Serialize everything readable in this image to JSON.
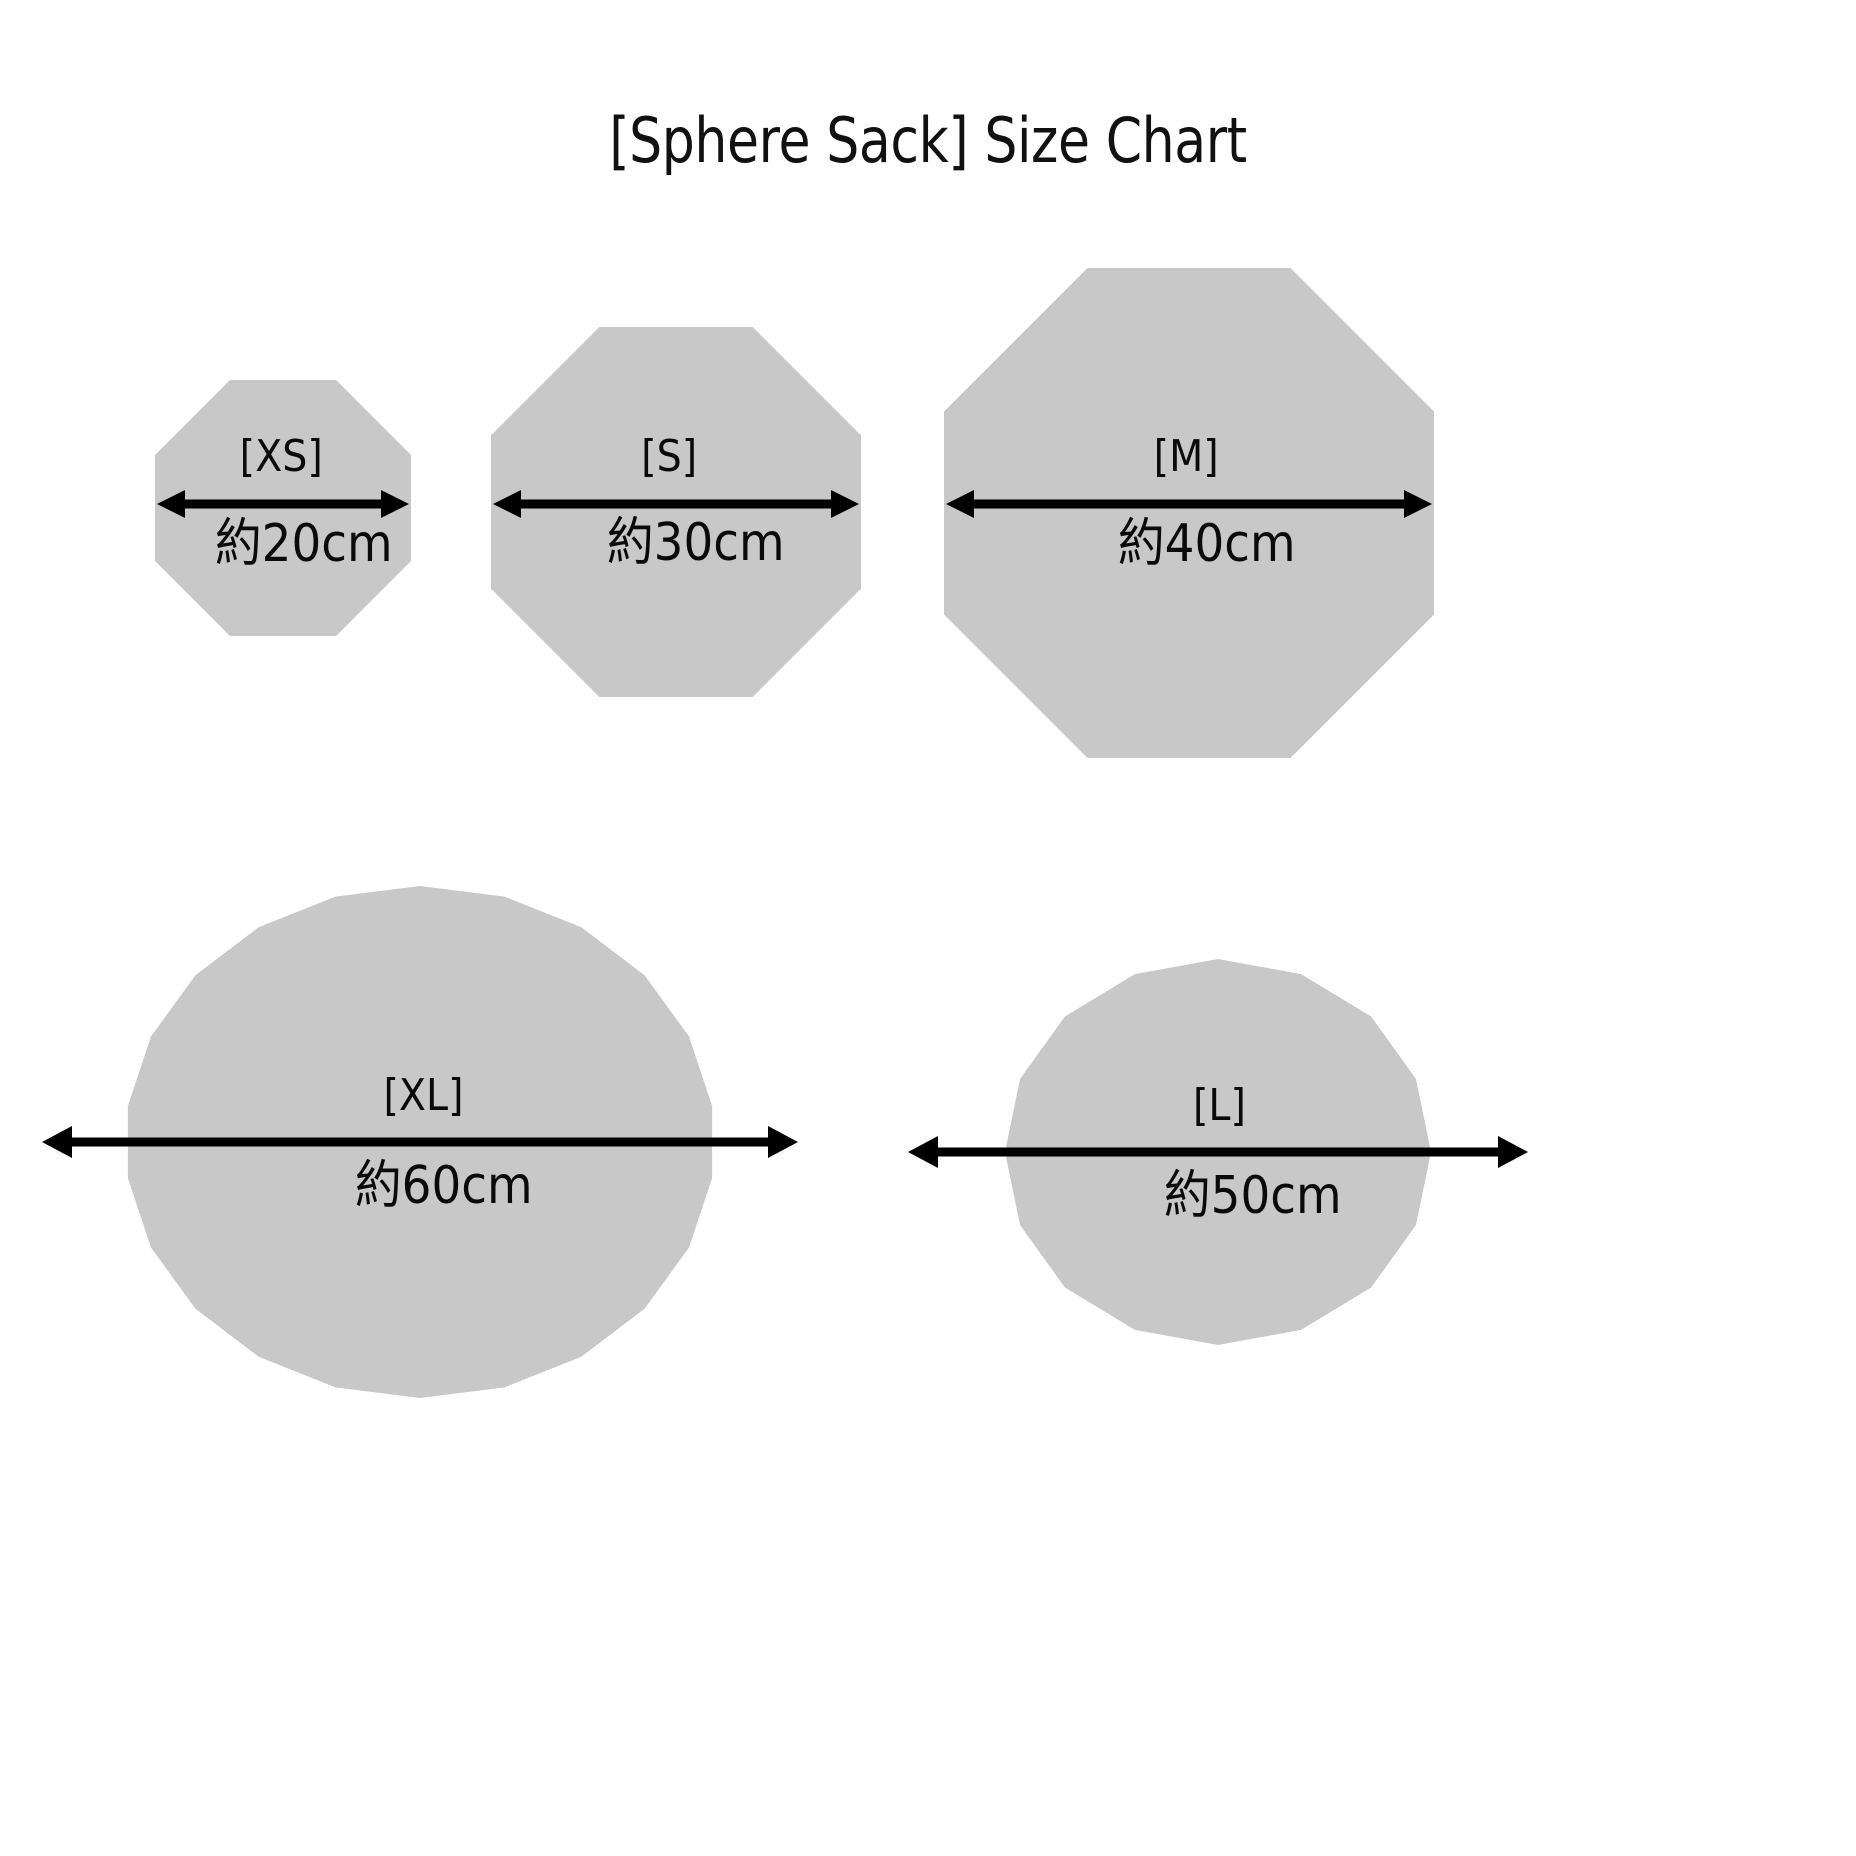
{
  "page": {
    "title": "[Sphere Sack] Size Chart",
    "background_color": "#ffffff",
    "shape_fill_color": "#c8c8c8",
    "line_color": "#000000",
    "text_color": "#0a0a0a"
  },
  "chart_data": {
    "type": "table",
    "title": "[Sphere Sack] Size Chart",
    "xlabel": "",
    "ylabel": "",
    "legend": [],
    "grid": false,
    "categories": [
      "[XS]",
      "[S]",
      "[M]",
      "[XL]",
      "[L]"
    ],
    "values": [
      20,
      30,
      40,
      60,
      50
    ],
    "unit": "cm",
    "value_labels": [
      "約20cm",
      "約30cm",
      "約40cm",
      "約60cm",
      "約50cm"
    ],
    "notes": "Five gray polygons drawn to relative scale, each annotated with a double-headed diameter arrow."
  },
  "sizes": [
    {
      "id": "xs",
      "label": "[XS]",
      "measure": "約20cm",
      "diameter_cm": 20,
      "sides": 8
    },
    {
      "id": "s",
      "label": "[S]",
      "measure": "約30cm",
      "diameter_cm": 30,
      "sides": 8
    },
    {
      "id": "m",
      "label": "[M]",
      "measure": "約40cm",
      "diameter_cm": 40,
      "sides": 8
    },
    {
      "id": "xl",
      "label": "[XL]",
      "measure": "約60cm",
      "diameter_cm": 60,
      "sides": 14
    },
    {
      "id": "l",
      "label": "[L]",
      "measure": "約50cm",
      "diameter_cm": 50,
      "sides": 12
    }
  ]
}
